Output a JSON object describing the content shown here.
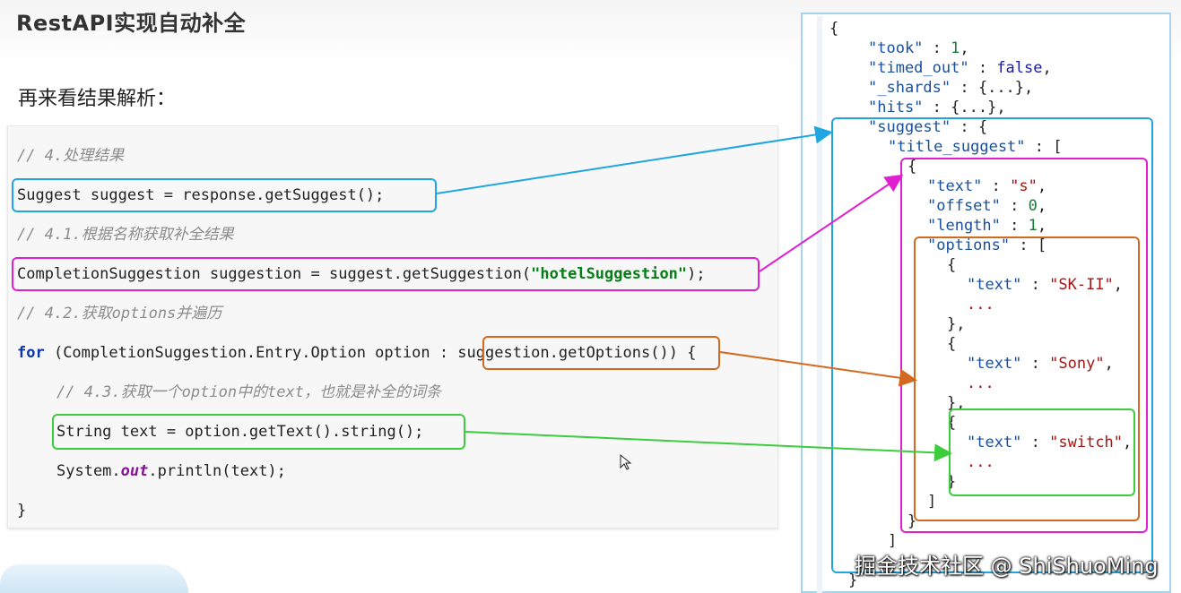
{
  "slide": {
    "title": "RestAPI实现自动补全",
    "subtitle": "再来看结果解析："
  },
  "code": {
    "comment_1": "// 4.处理结果",
    "line_1": "Suggest suggest = response.getSuggest();",
    "comment_2": "// 4.1.根据名称获取补全结果",
    "line_2_pre": "CompletionSuggestion suggestion = suggest.getSuggestion(",
    "line_2_str": "\"hotelSuggestion\"",
    "line_2_post": ");",
    "comment_3": "// 4.2.获取options并遍历",
    "line_3_kw": "for",
    "line_3_mid": " (CompletionSuggestion.Entry.Option option : ",
    "line_3_boxed": "suggestion.getOptions()",
    "line_3_post": ") {",
    "comment_4": "// 4.3.获取一个option中的text，也就是补全的词条",
    "line_4": "String text = option.getText().string();",
    "line_5_pre": "System.",
    "line_5_field": "out",
    "line_5_post": ".println(text);",
    "line_6": "}"
  },
  "json": {
    "open": "{",
    "took_key": "\"took\"",
    "took_val": "1",
    "timed_out_key": "\"timed_out\"",
    "timed_out_val": "false",
    "shards_key": "\"_shards\"",
    "hits_key": "\"hits\"",
    "collapsed": "{...}",
    "suggest_key": "\"suggest\"",
    "title_suggest_key": "\"title_suggest\"",
    "text_key": "\"text\"",
    "text_s": "\"s\"",
    "offset_key": "\"offset\"",
    "offset_val": "0",
    "length_key": "\"length\"",
    "length_val": "1",
    "options_key": "\"options\"",
    "opt1": "\"SK-II\"",
    "opt2": "\"Sony\"",
    "opt3": "\"switch\"",
    "dots": "...",
    "close_bracket": "]",
    "close_brace": "}"
  },
  "colors": {
    "blue_box": "#1fa6e0",
    "magenta_box": "#e020d0",
    "orange_box": "#d2691e",
    "green_box": "#3ccc3c"
  },
  "watermark": "掘金技术社区 @ ShiShuoMing"
}
